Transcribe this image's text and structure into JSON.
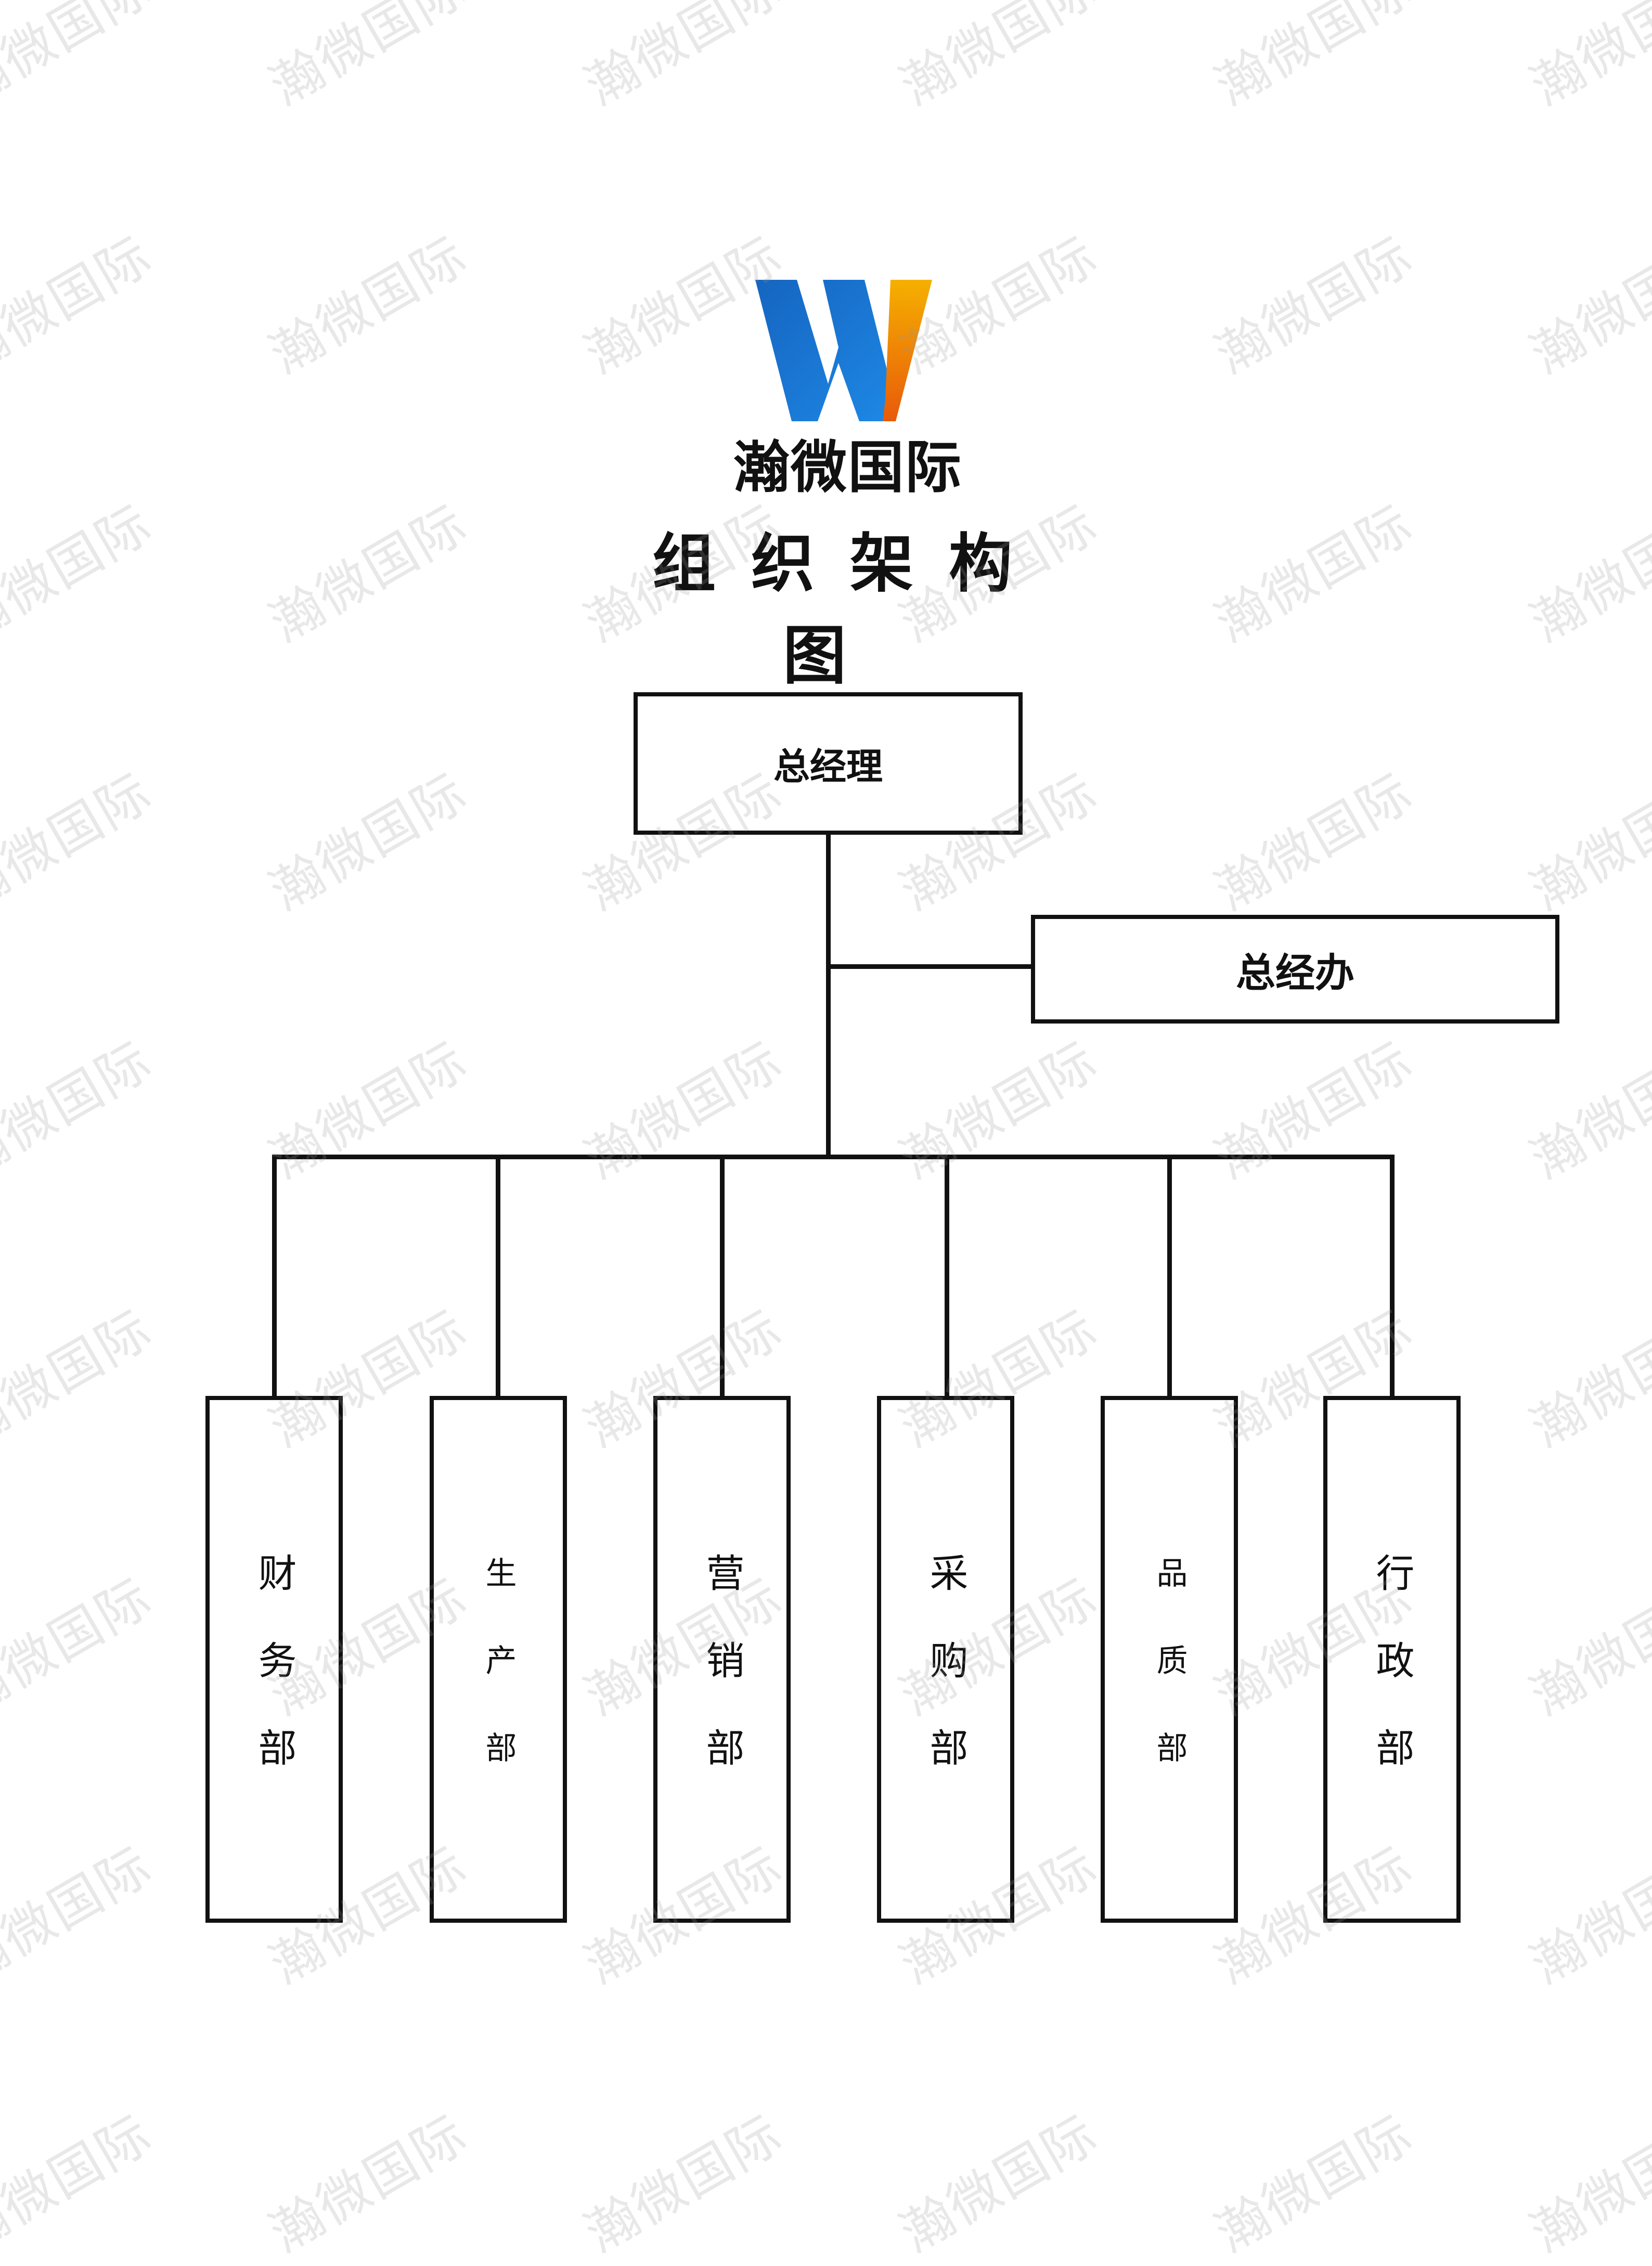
{
  "logo": {
    "mark": "W",
    "text": "瀚微国际",
    "colors": {
      "blue": "#1a6fc8",
      "orange": "#f07a10"
    }
  },
  "title": "组织架构图",
  "watermark": "瀚微国际",
  "chart": {
    "root": "总经理",
    "assistant": "总经办",
    "departments": [
      {
        "name": "财务部",
        "chars": [
          "财",
          "务",
          "部"
        ]
      },
      {
        "name": "生产部",
        "chars": [
          "生",
          "产",
          "部"
        ]
      },
      {
        "name": "营销部",
        "chars": [
          "营",
          "销",
          "部"
        ]
      },
      {
        "name": "采购部",
        "chars": [
          "采",
          "购",
          "部"
        ]
      },
      {
        "name": "品质部",
        "chars": [
          "品",
          "质",
          "部"
        ]
      },
      {
        "name": "行政部",
        "chars": [
          "行",
          "政",
          "部"
        ]
      }
    ]
  }
}
